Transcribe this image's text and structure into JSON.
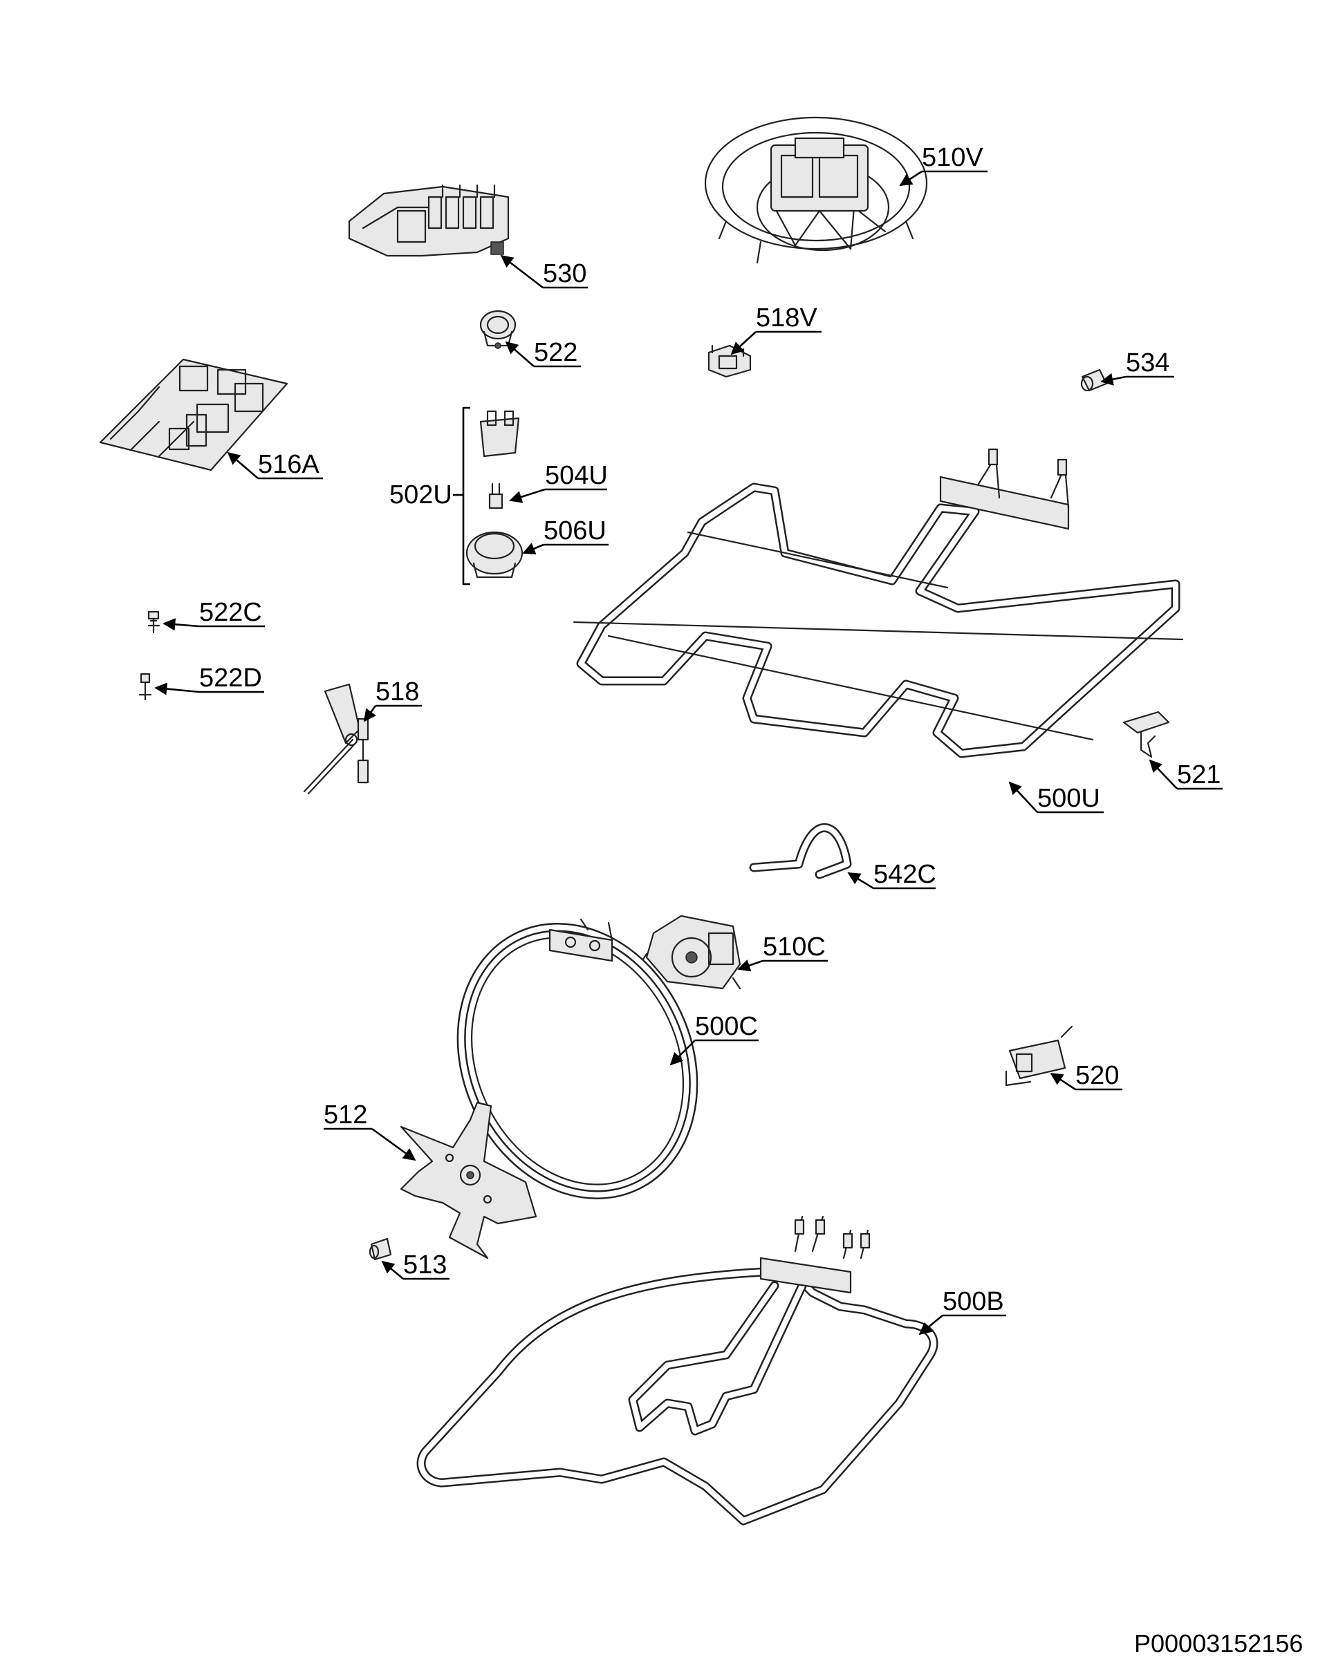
{
  "diagram": {
    "doc_code": "P00003152156",
    "parts": [
      {
        "id": "p510V",
        "label": "510V"
      },
      {
        "id": "p530",
        "label": "530"
      },
      {
        "id": "p522",
        "label": "522"
      },
      {
        "id": "p518V",
        "label": "518V"
      },
      {
        "id": "p534",
        "label": "534"
      },
      {
        "id": "p516A",
        "label": "516A"
      },
      {
        "id": "p504U",
        "label": "504U"
      },
      {
        "id": "p502U",
        "label": "502U"
      },
      {
        "id": "p506U",
        "label": "506U"
      },
      {
        "id": "p522C",
        "label": "522C"
      },
      {
        "id": "p522D",
        "label": "522D"
      },
      {
        "id": "p518",
        "label": "518"
      },
      {
        "id": "p521",
        "label": "521"
      },
      {
        "id": "p500U",
        "label": "500U"
      },
      {
        "id": "p542C",
        "label": "542C"
      },
      {
        "id": "p510C",
        "label": "510C"
      },
      {
        "id": "p500C",
        "label": "500C"
      },
      {
        "id": "p520",
        "label": "520"
      },
      {
        "id": "p512",
        "label": "512"
      },
      {
        "id": "p513",
        "label": "513"
      },
      {
        "id": "p500B",
        "label": "500B"
      }
    ]
  }
}
